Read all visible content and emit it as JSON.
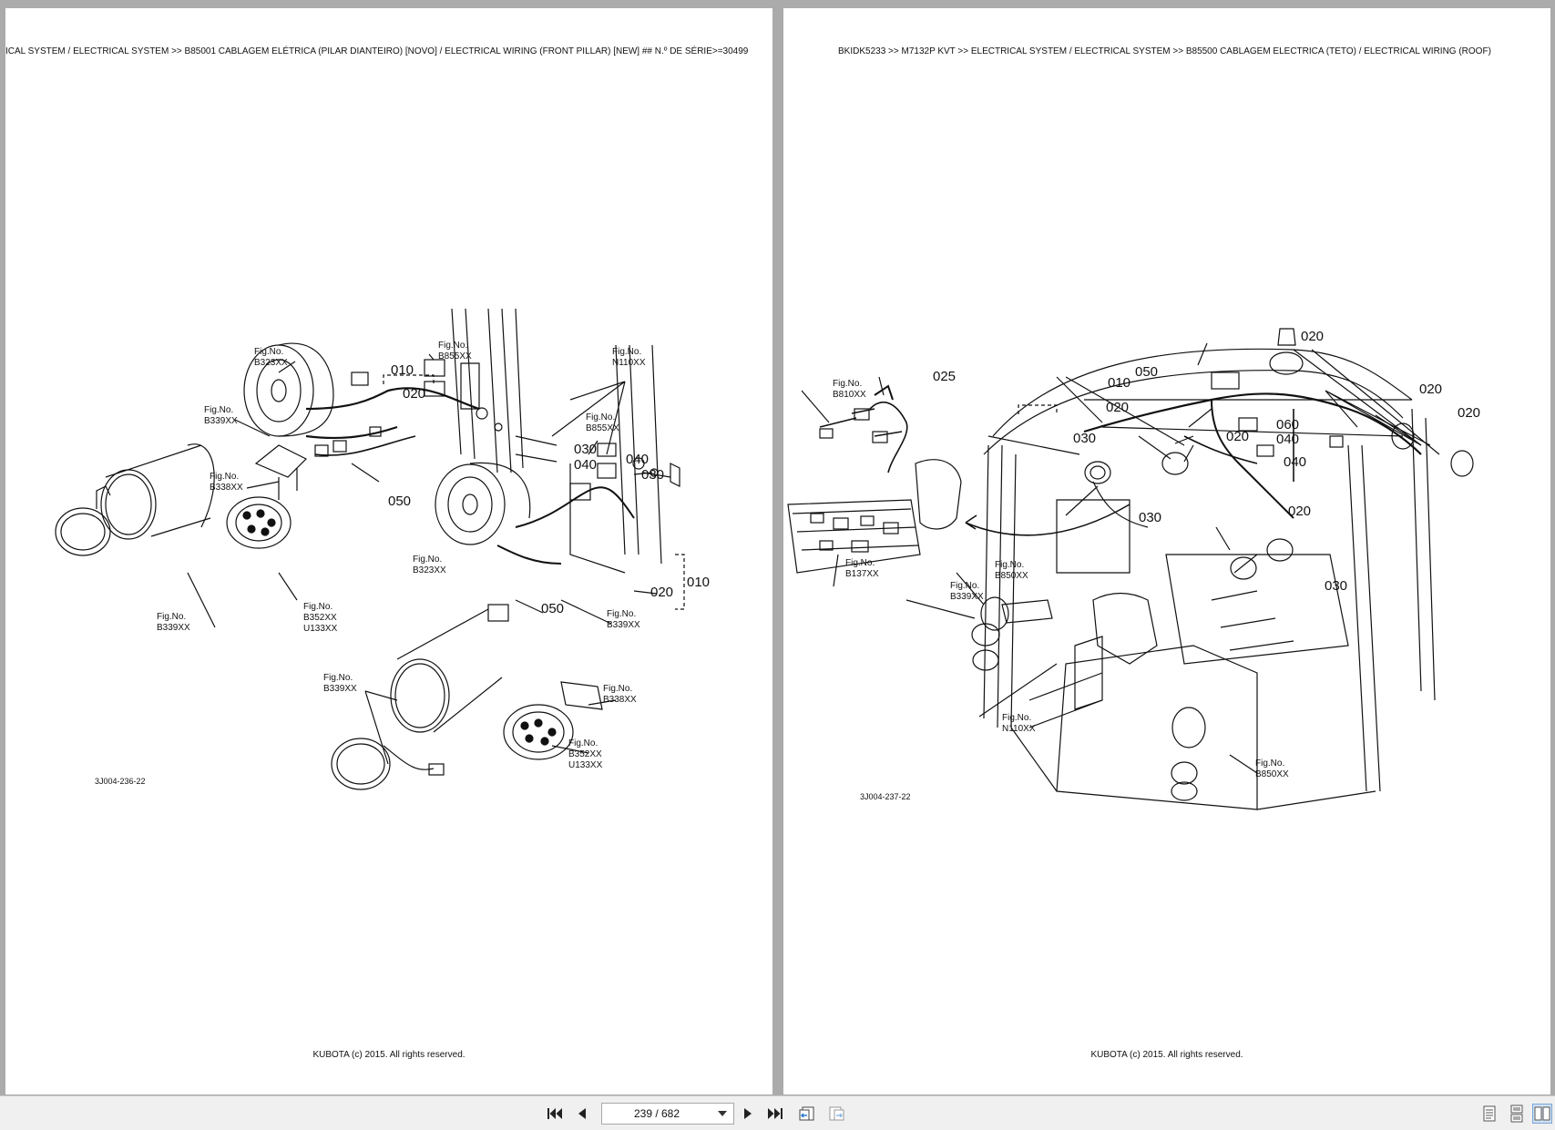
{
  "left_page": {
    "header": "ICAL SYSTEM / ELECTRICAL SYSTEM >> B85001   CABLAGEM ELÉTRICA (PILAR DIANTEIRO) [NOVO] / ELECTRICAL WIRING (FRONT PILLAR) [NEW] ## N.º DE SÉRIE>=30499",
    "footer": "KUBOTA (c) 2015. All rights reserved.",
    "drawing_code": "3J004-236-22",
    "fig_prefix": "Fig.No.",
    "refs": {
      "B323XX": "B323XX",
      "B855XX": "B855XX",
      "N110XX": "N110XX",
      "B339XX": "B339XX",
      "B338XX": "B338XX",
      "B352XX": "B352XX",
      "U133XX": "U133XX"
    },
    "parts": {
      "p010": "010",
      "p020": "020",
      "p030": "030",
      "p040": "040",
      "p050": "050"
    }
  },
  "right_page": {
    "header": "BKIDK5233 >> M7132P KVT >> ELECTRICAL SYSTEM / ELECTRICAL SYSTEM >> B85500   CABLAGEM ELECTRICA (TETO) / ELECTRICAL WIRING (ROOF)",
    "footer": "KUBOTA (c) 2015. All rights reserved.",
    "drawing_code": "3J004-237-22",
    "fig_prefix": "Fig.No.",
    "refs": {
      "B810XX": "B810XX",
      "B137XX": "B137XX",
      "B850XX": "B850XX",
      "B339XX": "B339XX",
      "N110XX": "N110XX"
    },
    "parts": {
      "p010": "010",
      "p020": "020",
      "p025": "025",
      "p030": "030",
      "p040": "040",
      "p050": "050",
      "p060": "060"
    }
  },
  "toolbar": {
    "page_indicator": "239 / 682",
    "icons": {
      "first": "first-page-icon",
      "prev": "previous-page-icon",
      "next": "next-page-icon",
      "last": "last-page-icon",
      "back": "history-back-icon",
      "forward": "history-forward-icon",
      "single": "single-page-view-icon",
      "continuous": "continuous-view-icon",
      "facing": "facing-pages-view-icon"
    }
  }
}
